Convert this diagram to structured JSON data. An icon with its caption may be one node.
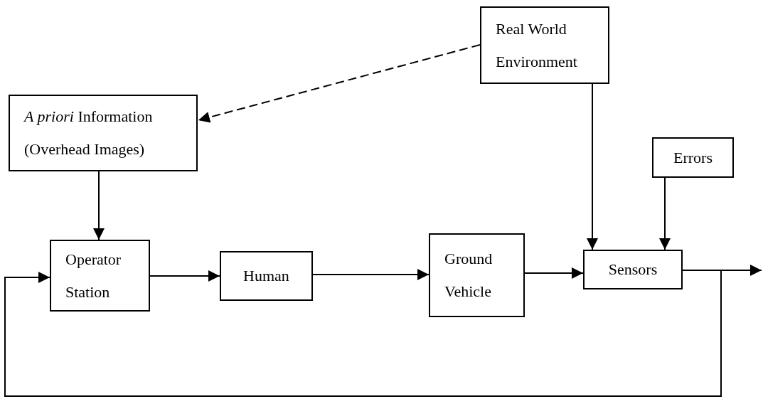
{
  "diagram": {
    "nodes": [
      {
        "text": [
          "Real World Environment"
        ]
      },
      {
        "text": [
          "*A priori* Information (Overhead Images)"
        ]
      },
      {
        "text": [
          "Errors"
        ]
      },
      {
        "text": [
          "Operator Station"
        ]
      },
      {
        "text": [
          "Human"
        ]
      },
      {
        "text": [
          "Ground Vehicle"
        ]
      },
      {
        "text": [
          "Sensors"
        ]
      }
    ],
    "edges": [
      {
        "from": 0,
        "to": 1,
        "arrow": "to",
        "style": "dashed"
      },
      {
        "from": 1,
        "to": 3,
        "arrow": "to"
      },
      {
        "from": 3,
        "to": 4,
        "arrow": "to"
      },
      {
        "from": 4,
        "to": 5,
        "arrow": "to"
      },
      {
        "from": 5,
        "to": 6,
        "arrow": "to"
      },
      {
        "from": 0,
        "to": 6,
        "arrow": "to"
      },
      {
        "from": 2,
        "to": 6,
        "arrow": "to"
      },
      {
        "from": 6,
        "to": null,
        "arrow": "to"
      },
      {
        "from": 6,
        "to": 3,
        "arrow": "to"
      }
    ]
  }
}
